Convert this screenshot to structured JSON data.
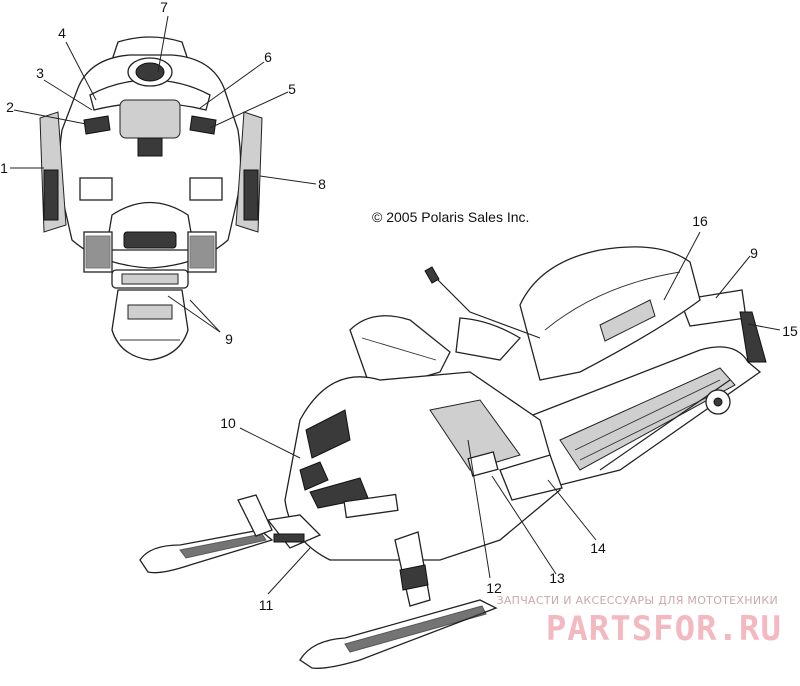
{
  "copyright": "© 2005 Polaris Sales Inc.",
  "watermark": {
    "subtitle": "ЗАПЧАСТИ И АКСЕССУАРЫ ДЛЯ МОТОТЕХНИКИ",
    "brand": "PARTSFOR.RU"
  },
  "callouts": [
    "1",
    "2",
    "3",
    "4",
    "5",
    "6",
    "7",
    "8",
    "9",
    "9",
    "10",
    "11",
    "12",
    "13",
    "14",
    "15",
    "16"
  ],
  "colors": {
    "line": "#222222",
    "watermark": "#f3b8c0"
  }
}
